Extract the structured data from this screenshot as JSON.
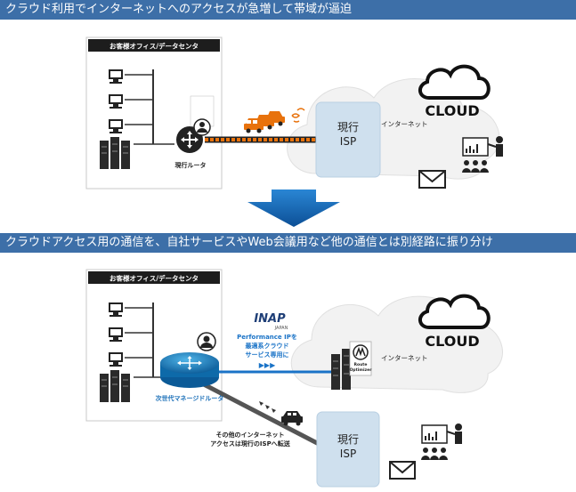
{
  "banner_top": "クラウド利用でインターネットへのアクセスが急増して帯域が逼迫",
  "banner_bottom": "クラウドアクセス用の通信を、自社サービスやWeb会議用など他の通信とは別経路に振り分け",
  "top": {
    "office_title": "お客様オフィス/データセンタ",
    "router_label": "現行ルータ",
    "isp_line1": "現行",
    "isp_line2": "ISP",
    "internet_label": "インターネット",
    "cloud_label": "CLOUD"
  },
  "bottom": {
    "office_title": "お客様オフィス/データセンタ",
    "router_label": "次世代マネージドルータ",
    "inap_logo": "INAP",
    "inap_sub": "JAPAN",
    "route_line1": "Performance IPを",
    "route_line2": "最適系クラウド",
    "route_line3": "サービス専用に",
    "route_arrows": "▶▶▶",
    "optimizer_line1": "Route",
    "optimizer_line2": "Optimizer",
    "internet_label": "インターネット",
    "cloud_label": "CLOUD",
    "isp_line1": "現行",
    "isp_line2": "ISP",
    "other_line1": "その他のインターネット",
    "other_line2": "アクセスは現行のISPへ転送"
  },
  "colors": {
    "banner": "#3d6fa8",
    "isp_box": "#cfe0ee",
    "route_blue": "#1a73c7",
    "congestion_orange": "#e8720c"
  }
}
